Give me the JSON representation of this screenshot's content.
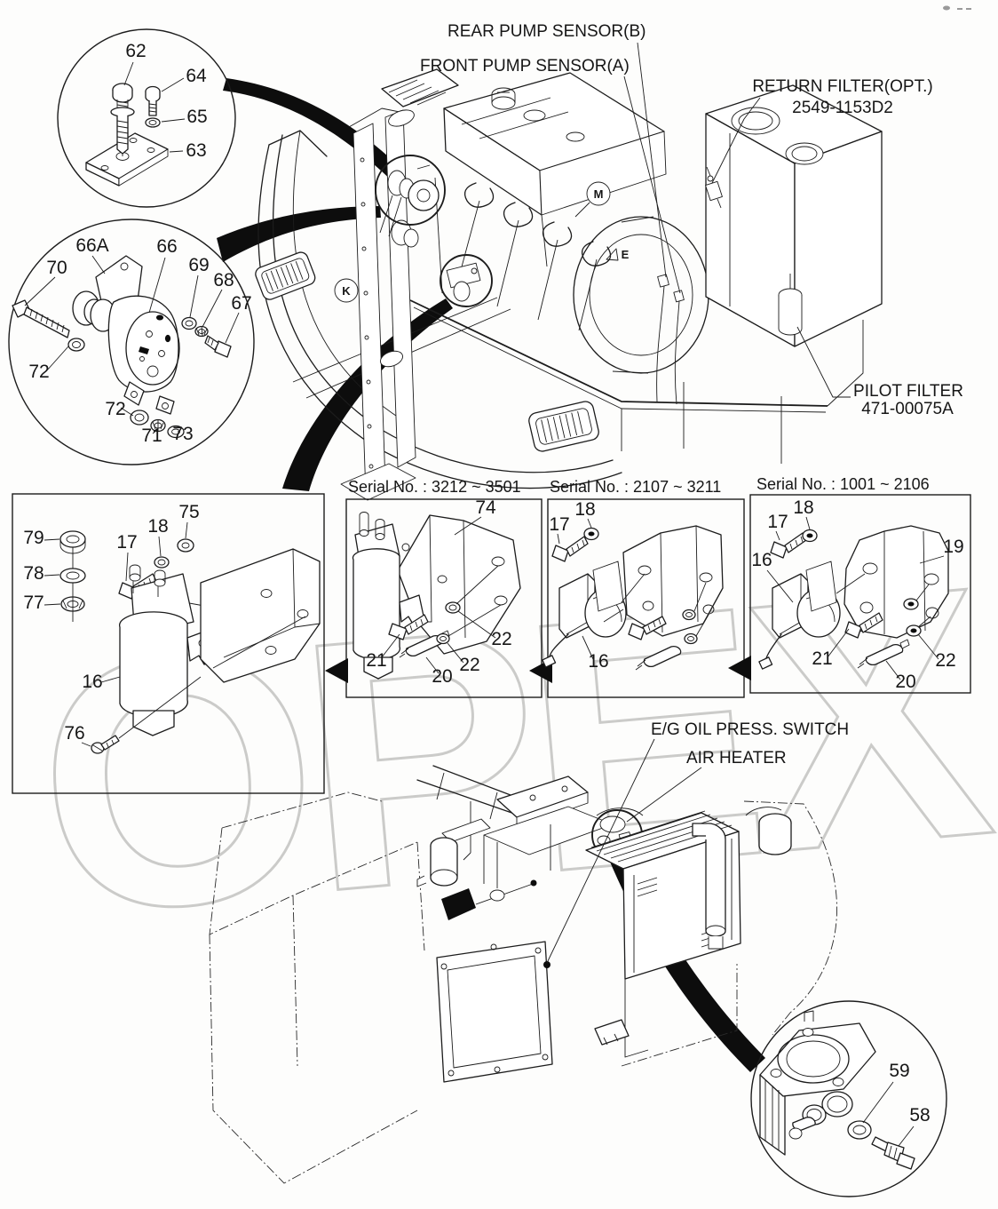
{
  "doc": {
    "type": "exploded-parts-diagram",
    "background": "#fdfdfc",
    "line_color": "#1c1c1c",
    "watermark_color": "#c6c6c4",
    "watermark_text": "OPEX"
  },
  "top_labels": {
    "rear_pump_sensor_b": "REAR PUMP SENSOR(B)",
    "front_pump_sensor_a": "FRONT PUMP SENSOR(A)",
    "return_filter_opt": "RETURN FILTER(OPT.)",
    "return_filter_part_no": "2549-1153D2",
    "pilot_filter": "PILOT FILTER",
    "pilot_filter_part_no": "471-00075A"
  },
  "bottom_labels": {
    "eg_oil_press_switch": "E/G OIL PRESS. SWITCH",
    "air_heater": "AIR HEATER"
  },
  "serial_boxes": {
    "box_3212": "Serial No. : 3212 ~ 3501",
    "box_2107": "Serial No. : 2107 ~ 3211",
    "box_1001": "Serial No. : 1001 ~ 2106"
  },
  "markers": {
    "k": "K",
    "m": "M",
    "e": "E"
  },
  "detail_a": {
    "c62": "62",
    "c64": "64",
    "c65": "65",
    "c63": "63"
  },
  "detail_b": {
    "c70": "70",
    "c66a": "66A",
    "c66": "66",
    "c69": "69",
    "c68": "68",
    "c67": "67",
    "c72_left": "72",
    "c72_bottom": "72",
    "c71": "71",
    "c73": "73"
  },
  "left_box": {
    "c79": "79",
    "c78": "78",
    "c77": "77",
    "c17": "17",
    "c18": "18",
    "c75": "75",
    "c16": "16",
    "c76": "76"
  },
  "box_3212_callouts": {
    "c74": "74",
    "c21": "21",
    "c20": "20",
    "c22a": "22",
    "c22b": "22"
  },
  "box_2107_callouts": {
    "c17": "17",
    "c18": "18",
    "c16": "16"
  },
  "box_1001_callouts": {
    "c17": "17",
    "c18": "18",
    "c16": "16",
    "c19": "19",
    "c21": "21",
    "c20": "20",
    "c22": "22"
  },
  "detail_c": {
    "c59": "59",
    "c58": "58"
  }
}
